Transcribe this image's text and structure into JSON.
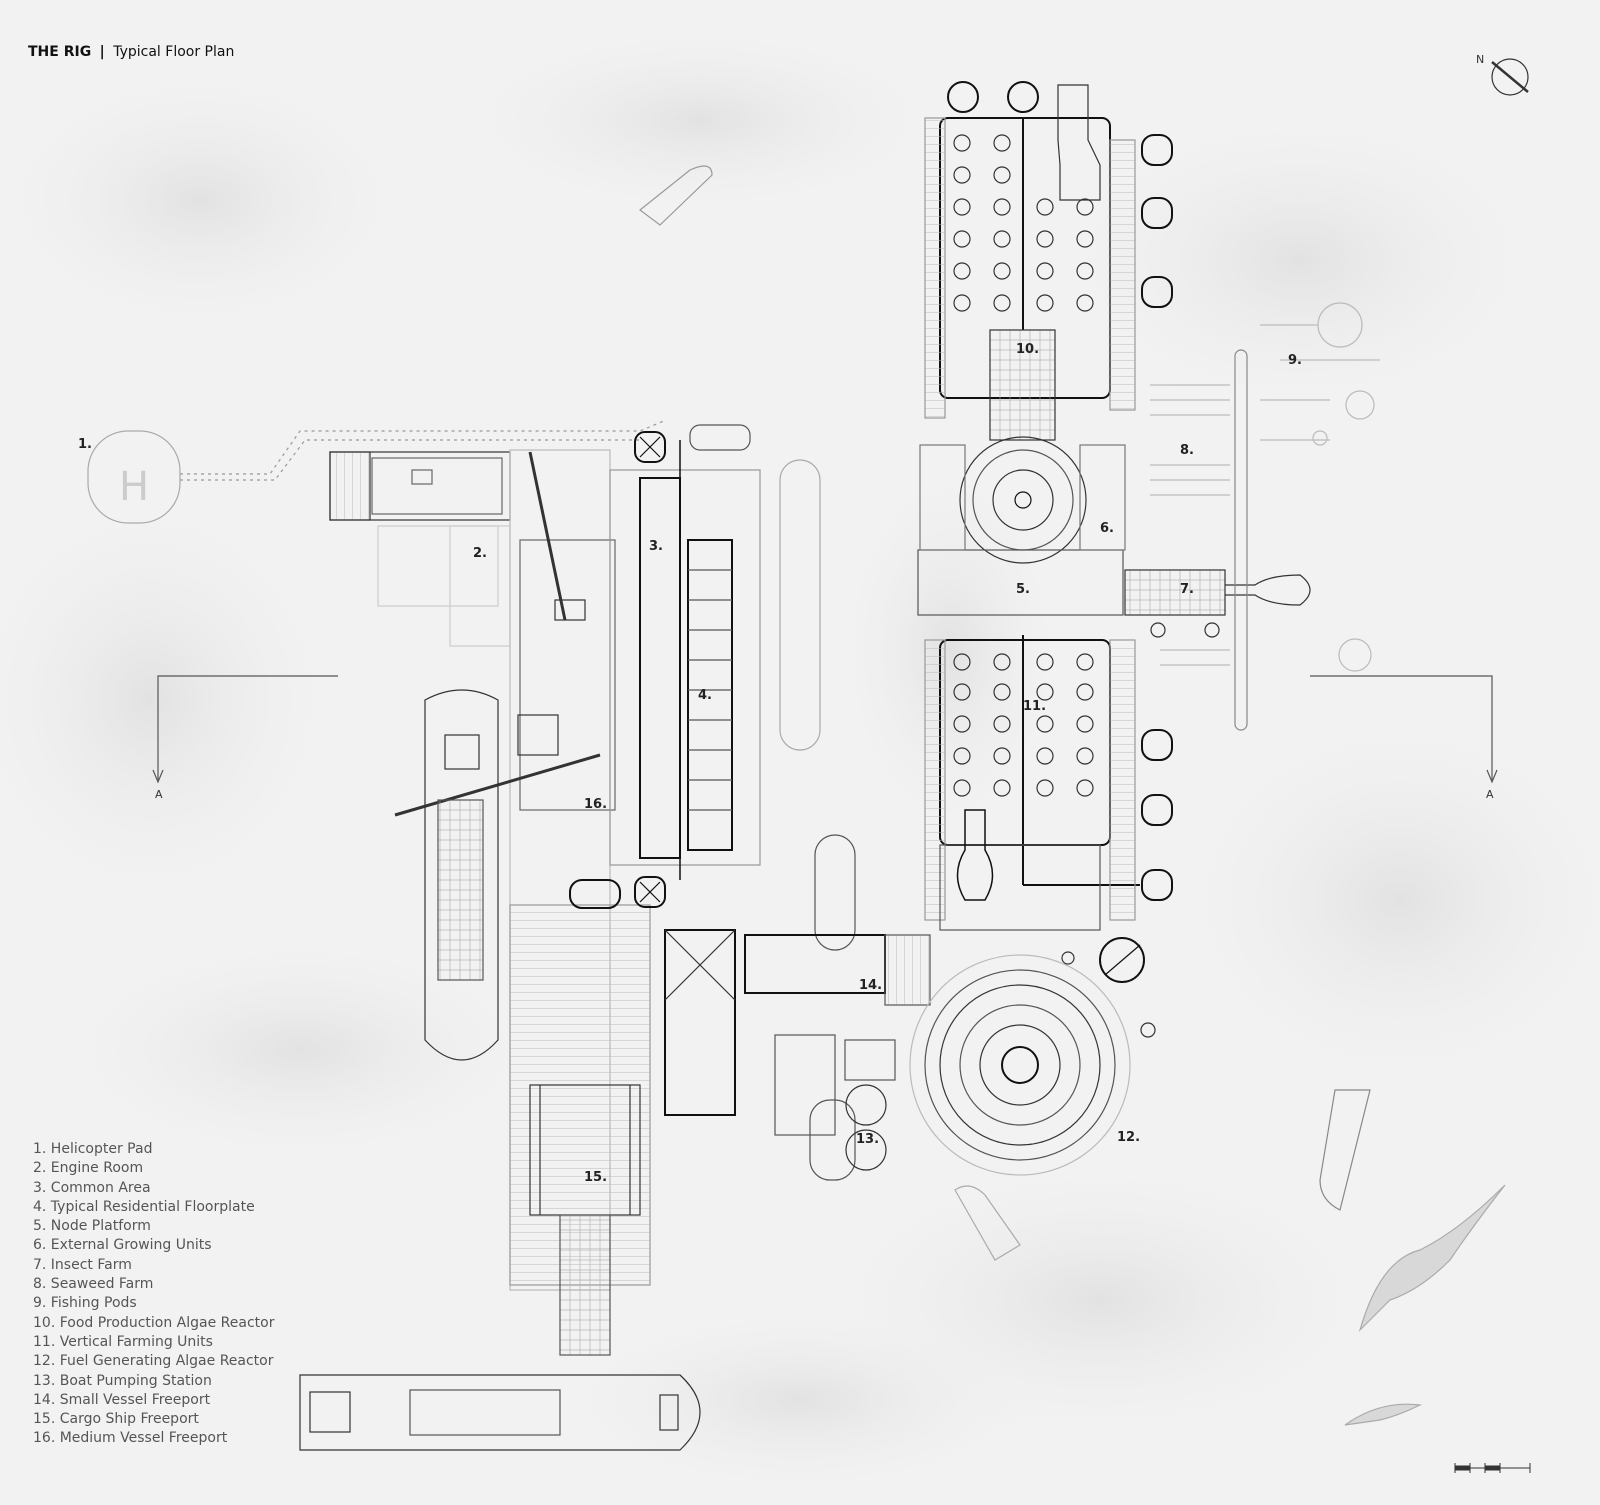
{
  "header": {
    "brand": "THE RIG",
    "separator": "|",
    "subtitle": "Typical Floor Plan"
  },
  "plan_labels": [
    "1.",
    "2.",
    "3.",
    "4.",
    "5.",
    "6.",
    "7.",
    "8.",
    "9.",
    "10.",
    "11.",
    "12.",
    "13.",
    "14.",
    "15.",
    "16."
  ],
  "helipad_mark": "H",
  "section_marker": "A",
  "legend": [
    "1. Helicopter Pad",
    "2. Engine Room",
    "3. Common Area",
    "4. Typical Residential Floorplate",
    "5. Node Platform",
    "6. External Growing Units",
    "7. Insect Farm",
    "8. Seaweed Farm",
    "9. Fishing Pods",
    "10. Food Production Algae Reactor",
    "11. Vertical Farming Units",
    "12. Fuel Generating Algae Reactor",
    "13. Boat Pumping Station",
    "14. Small Vessel Freeport",
    "15. Cargo Ship Freeport",
    "16. Medium Vessel Freeport"
  ],
  "icons": {
    "north": "compass-north-arrow-icon",
    "scale": "scale-bar-icon"
  },
  "colors": {
    "sea": "#f2f2f2",
    "linework": "#333333",
    "faint": "#bbbbbb",
    "label": "#222222"
  }
}
